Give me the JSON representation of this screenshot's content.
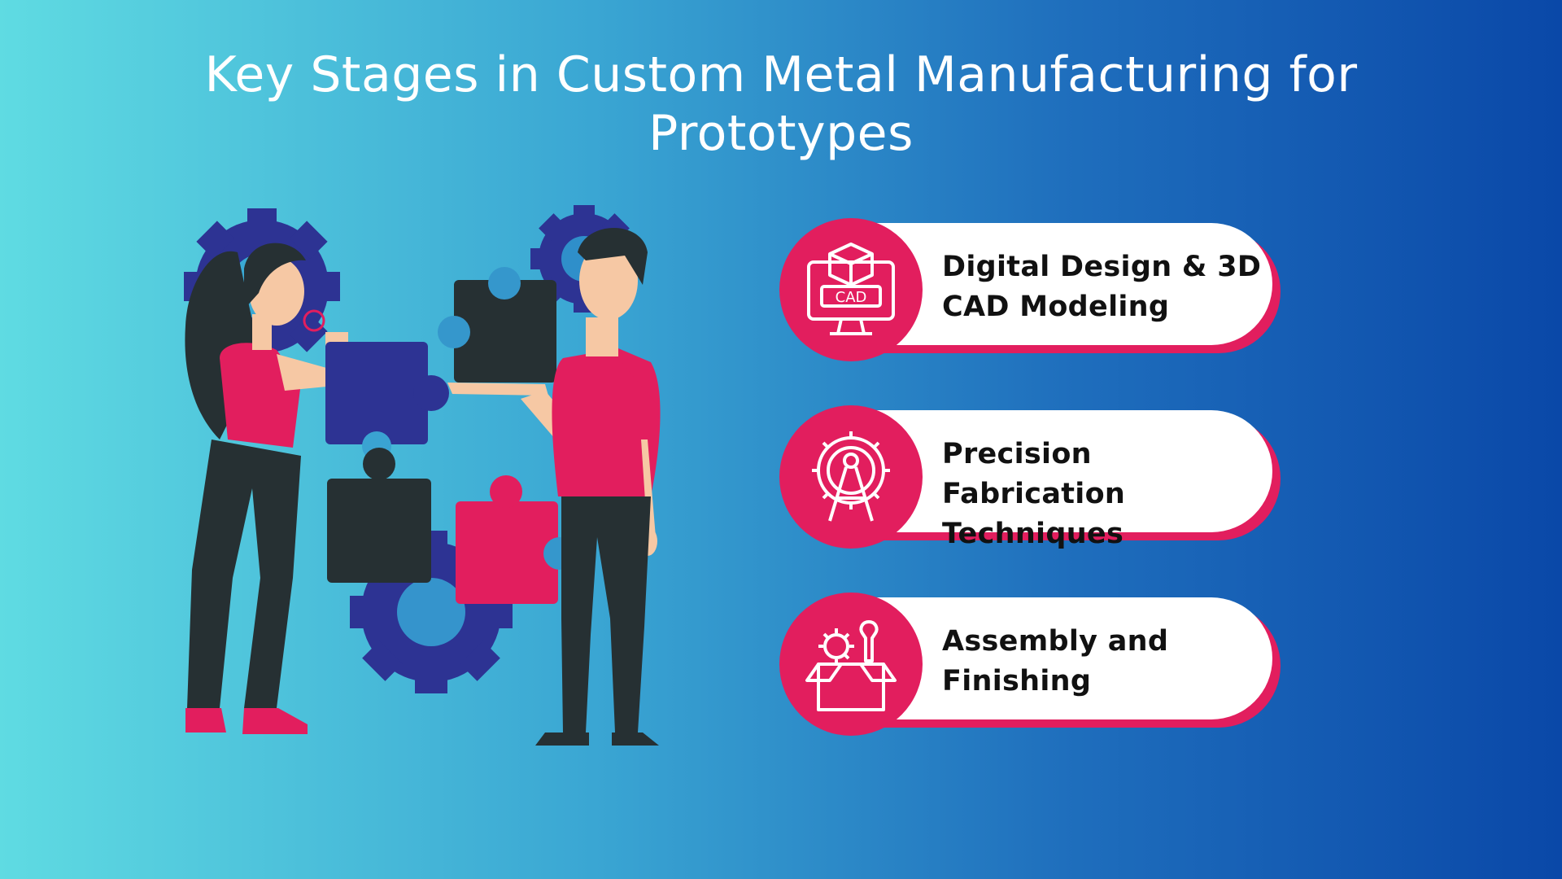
{
  "title": "Key Stages in Custom Metal Manufacturing for Prototypes",
  "colors": {
    "accent": "#e21e5e",
    "navy": "#2d3393",
    "dark": "#263033",
    "skin": "#f6c8a4",
    "background_start": "#5fdbe2",
    "background_end": "#0a48a8"
  },
  "illustration": {
    "description_icon": "people-assembling-puzzle-pieces-with-gears"
  },
  "stages": [
    {
      "icon": "cad-monitor-icon",
      "icon_text": "CAD",
      "label": "Digital Design & 3D CAD Modeling"
    },
    {
      "icon": "compass-gear-icon",
      "label": "Precision Fabrication Techniques"
    },
    {
      "icon": "toolbox-gear-wrench-icon",
      "label": "Assembly and Finishing"
    }
  ]
}
